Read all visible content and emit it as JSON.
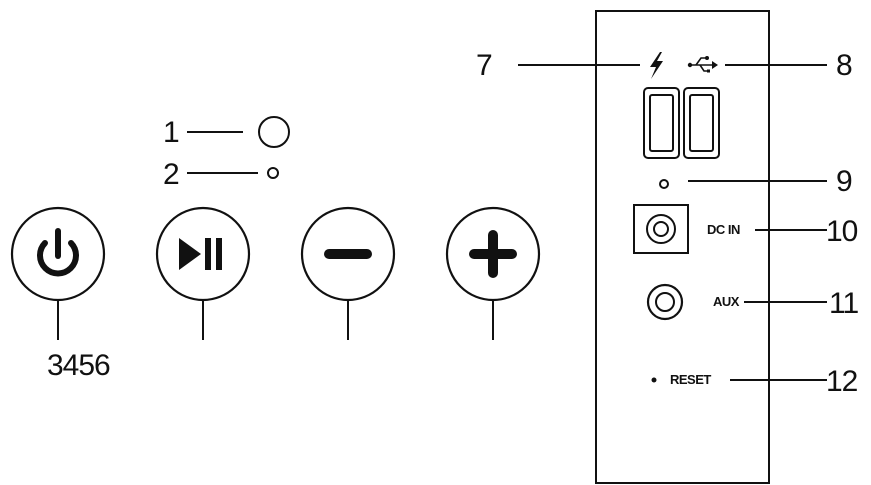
{
  "callouts": {
    "c1": "1",
    "c2": "2",
    "c3456": "3456",
    "c7": "7",
    "c8": "8",
    "c9": "9",
    "c10": "10",
    "c11": "11",
    "c12": "12"
  },
  "ports": {
    "dc_in": "DC IN",
    "aux": "AUX",
    "reset": "RESET"
  },
  "icons": {
    "power": "power-icon",
    "play_pause": "play-pause-icon",
    "minus": "minus-icon",
    "plus": "plus-icon",
    "charging": "lightning-bolt-icon",
    "usb": "usb-icon"
  },
  "colors": {
    "ink": "#111111",
    "background": "#ffffff"
  }
}
